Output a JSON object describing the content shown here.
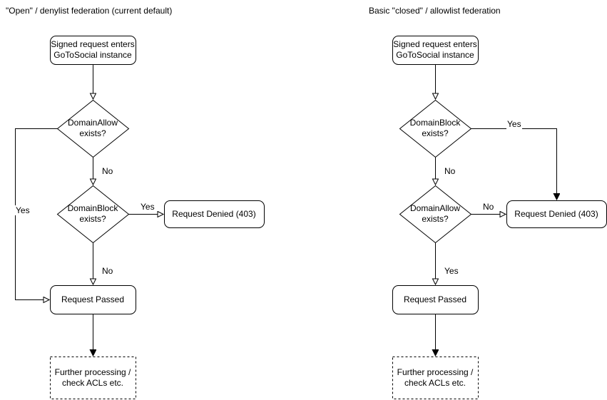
{
  "colors": {
    "stroke": "#000000",
    "node_fill": "#ffffff",
    "text": "#000000",
    "background": "#ffffff"
  },
  "left": {
    "title": "\"Open\" / denylist federation (current default)",
    "start": "Signed request enters\nGoToSocial instance",
    "decision1": "DomainAllow\nexists?",
    "decision1_yes_label": "Yes",
    "decision1_no_label": "No",
    "decision2": "DomainBlock\nexists?",
    "decision2_yes_label": "Yes",
    "decision2_no_label": "No",
    "denied": "Request Denied (403)",
    "passed": "Request Passed",
    "further": "Further processing /\ncheck ACLs etc."
  },
  "right": {
    "title": "Basic \"closed\" / allowlist federation",
    "start": "Signed request enters\nGoToSocial instance",
    "decision1": "DomainBlock\nexists?",
    "decision1_yes_label": "Yes",
    "decision1_no_label": "No",
    "decision2": "DomainAllow\nexists?",
    "decision2_yes_label": "Yes",
    "decision2_no_label": "No",
    "denied": "Request Denied (403)",
    "passed": "Request Passed",
    "further": "Further processing /\ncheck ACLs etc."
  }
}
